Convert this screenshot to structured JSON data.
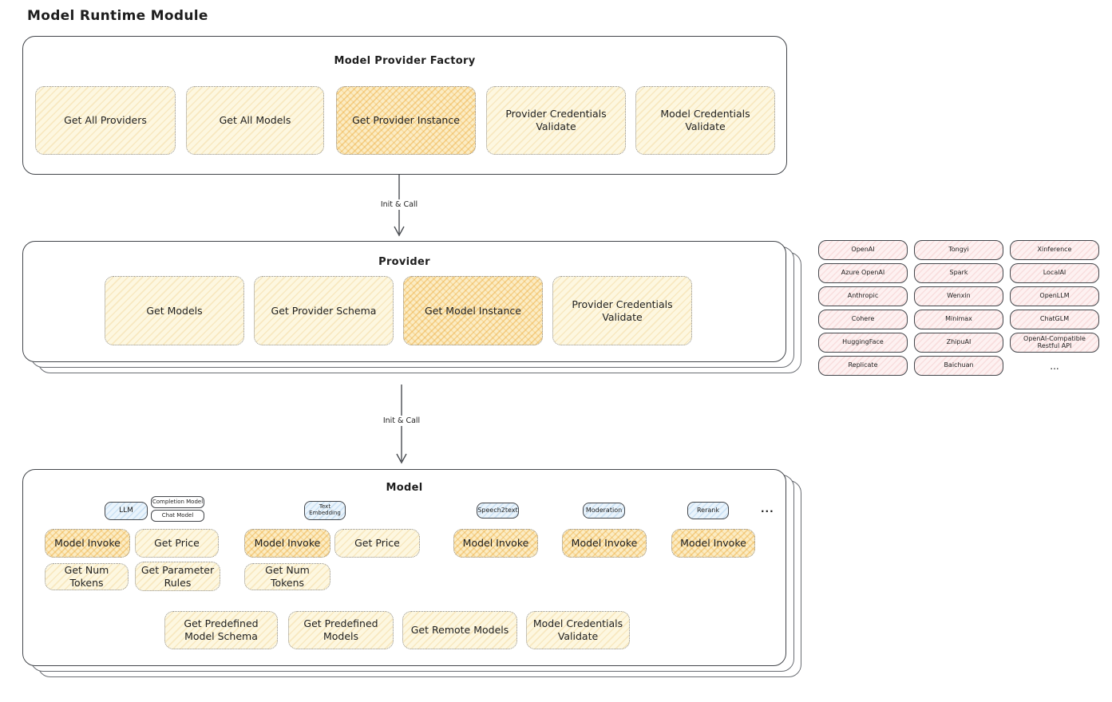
{
  "page": {
    "title": "Model Runtime Module"
  },
  "factory": {
    "title": "Model Provider Factory",
    "boxes": [
      {
        "label": "Get All Providers"
      },
      {
        "label": "Get All Models"
      },
      {
        "label": "Get Provider Instance"
      },
      {
        "label": "Provider Credentials Validate"
      },
      {
        "label": "Model Credentials Validate"
      }
    ]
  },
  "arrow1": {
    "label": "Init & Call"
  },
  "arrow2": {
    "label": "Init & Call"
  },
  "provider": {
    "title": "Provider",
    "boxes": [
      {
        "label": "Get Models"
      },
      {
        "label": "Get Provider Schema"
      },
      {
        "label": "Get Model Instance"
      },
      {
        "label": "Provider Credentials Validate"
      }
    ]
  },
  "providers_grid": {
    "items": [
      "OpenAI",
      "Tongyi",
      "Xinference",
      "Azure OpenAI",
      "Spark",
      "LocalAI",
      "Anthropic",
      "Wenxin",
      "OpenLLM",
      "Cohere",
      "Minimax",
      "ChatGLM",
      "HuggingFace",
      "ZhipuAI",
      "OpenAI-Compatible Restful API",
      "Replicate",
      "Baichuan"
    ],
    "more": "..."
  },
  "model": {
    "title": "Model",
    "tags": {
      "llm": "LLM",
      "completion_model": "Completion Model",
      "chat_model": "Chat Model",
      "text_embedding": "Text Embedding",
      "speech2text": "Speech2text",
      "moderation": "Moderation",
      "rerank": "Rerank",
      "more": "..."
    },
    "ops": {
      "model_invoke": "Model Invoke",
      "get_price": "Get Price",
      "get_num_tokens": "Get Num Tokens",
      "get_parameter_rules": "Get Parameter Rules",
      "get_predefined_model_schema": "Get Predefined Model Schema",
      "get_predefined_models": "Get Predefined Models",
      "get_remote_models": "Get Remote Models",
      "model_credentials_validate": "Model Credentials Validate"
    }
  },
  "colors": {
    "box_yellow": "#fdf7e0",
    "box_orange_highlight": "#fbecc4",
    "provider_pink": "#fdf1f1",
    "tag_blue": "#eaf4fc",
    "stroke": "#43464b"
  }
}
